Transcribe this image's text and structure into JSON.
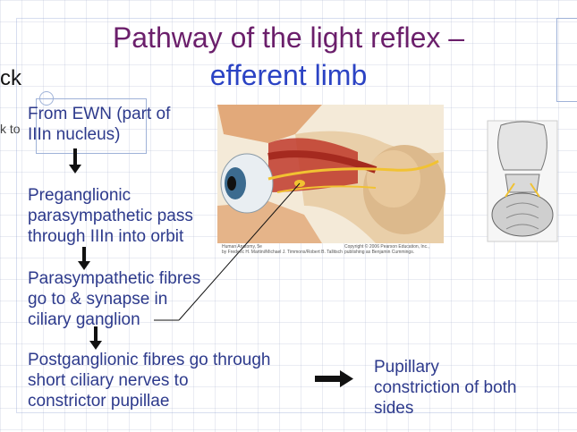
{
  "slide": {
    "title_line1": "Pathway of the light reflex –",
    "title_line2": "efferent limb",
    "steps": [
      "From EWN (part of\nIIIn nucleus)",
      "Preganglionic\nparasympathetic pass\nthrough IIIn into orbit",
      "Parasympathetic fibres\ngo to & synapse in\nciliary ganglion",
      "Postganglionic fibres go through\nshort ciliary nerves to\nconstrictor pupillae"
    ],
    "result": "Pupillary\nconstriction of both\nsides",
    "credit_left": "Human Anatomy, 5e\nby Frederic H. Martini/Michael J. Timmons/Robert B. Tallitsch",
    "credit_right": "Copyright © 2006 Pearson Education, Inc.,\npublishing as Benjamin Cummings."
  },
  "background_window": {
    "frag_top": "ck",
    "frag_mid": "k to"
  },
  "colors": {
    "title_purple": "#6b1f6b",
    "title_blue": "#2b43c4",
    "body_text": "#2d3a8c"
  }
}
